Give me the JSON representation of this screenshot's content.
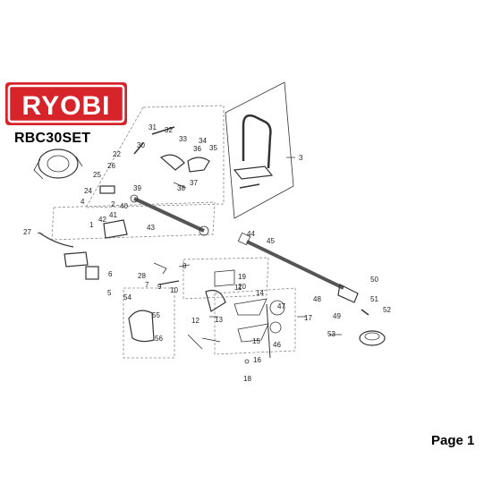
{
  "brand": {
    "logo_text": "RYOBI",
    "logo_red": "#d7242a",
    "model": "RBC30SET"
  },
  "page_label": "Page 1",
  "diagram": {
    "callouts": [
      "1",
      "2",
      "3",
      "4",
      "5",
      "6",
      "7",
      "8",
      "9",
      "10",
      "11",
      "12",
      "13",
      "14",
      "15",
      "16",
      "17",
      "18",
      "19",
      "20",
      "22",
      "24",
      "25",
      "26",
      "27",
      "28",
      "30",
      "31",
      "32",
      "33",
      "34",
      "35",
      "36",
      "37",
      "38",
      "39",
      "40",
      "41",
      "42",
      "43",
      "44",
      "45",
      "46",
      "47",
      "48",
      "49",
      "50",
      "51",
      "52",
      "53",
      "54",
      "55",
      "56"
    ]
  }
}
